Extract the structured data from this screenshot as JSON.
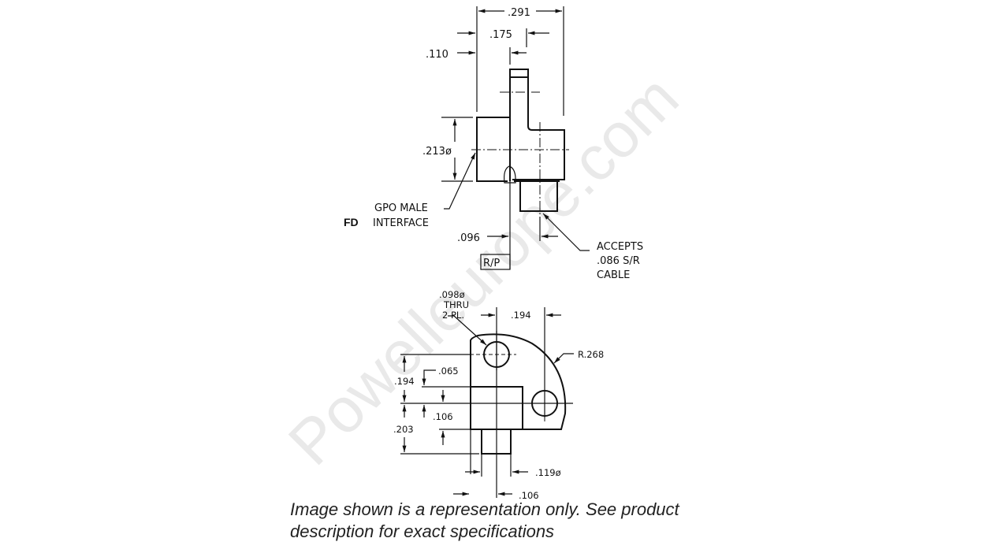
{
  "watermark": "Powelleurope.com",
  "side_view": {
    "dims": {
      "overall_width": ".291",
      "slot_offset": ".175",
      "left_offset": ".110",
      "body_diameter": ".213ø",
      "rp_offset": ".096"
    },
    "labels": {
      "interface_line1": "GPO MALE",
      "interface_prefix": "FD",
      "interface_line2": "INTERFACE",
      "rp_box": "R/P",
      "cable_line1": "ACCEPTS",
      "cable_line2": ".086 S/R",
      "cable_line3": "CABLE"
    }
  },
  "top_view": {
    "hole_note_line1": ".098ø",
    "hole_note_line2": "THRU",
    "hole_note_line3": "2 PL.",
    "dims": {
      "hole_spacing_x": ".194",
      "radius": "R.268",
      "hole_spacing_y": ".194",
      "step_065": ".065",
      "step_106": ".106",
      "lower_203": ".203",
      "pin_diameter": ".119ø",
      "bottom_106": ".106"
    }
  },
  "caption": {
    "line1": "Image shown is a representation only. See product",
    "line2": "description for exact specifications"
  }
}
